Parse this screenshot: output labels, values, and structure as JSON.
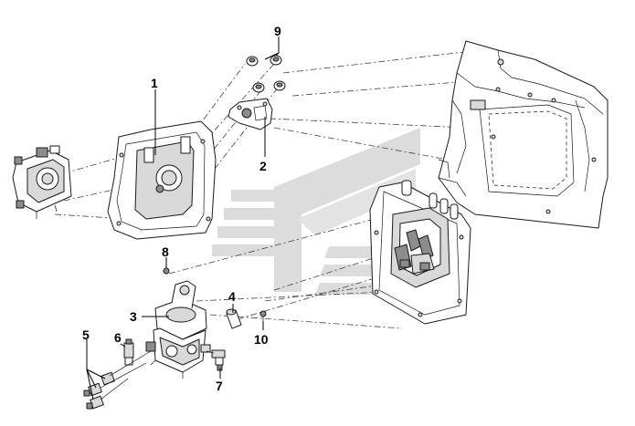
{
  "callouts": [
    {
      "id": "1",
      "label": "1"
    },
    {
      "id": "2",
      "label": "2"
    },
    {
      "id": "3",
      "label": "3"
    },
    {
      "id": "4",
      "label": "4"
    },
    {
      "id": "5",
      "label": "5"
    },
    {
      "id": "6",
      "label": "6"
    },
    {
      "id": "7",
      "label": "7"
    },
    {
      "id": "8",
      "label": "8"
    },
    {
      "id": "9",
      "label": "9"
    },
    {
      "id": "10",
      "label": "10"
    }
  ],
  "colors": {
    "line": "#1a1a1a",
    "watermark": "#dcdcdc",
    "shade": "#d9d9d9",
    "dark": "#8c8c8c"
  },
  "watermark": {
    "icon": "stylized-logo-watermark"
  }
}
